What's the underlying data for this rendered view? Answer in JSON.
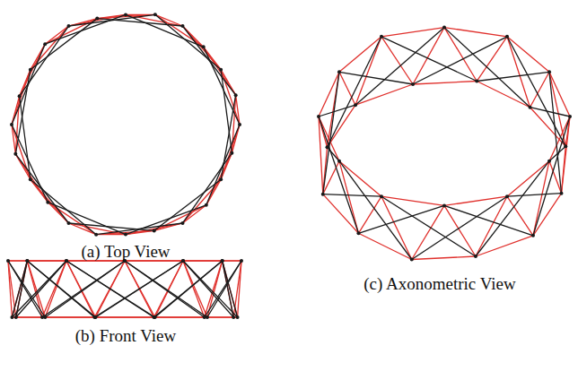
{
  "diagram": {
    "labels": [
      "(a) Top View",
      "(b) Front View",
      "(c) Axonometric View"
    ]
  }
}
